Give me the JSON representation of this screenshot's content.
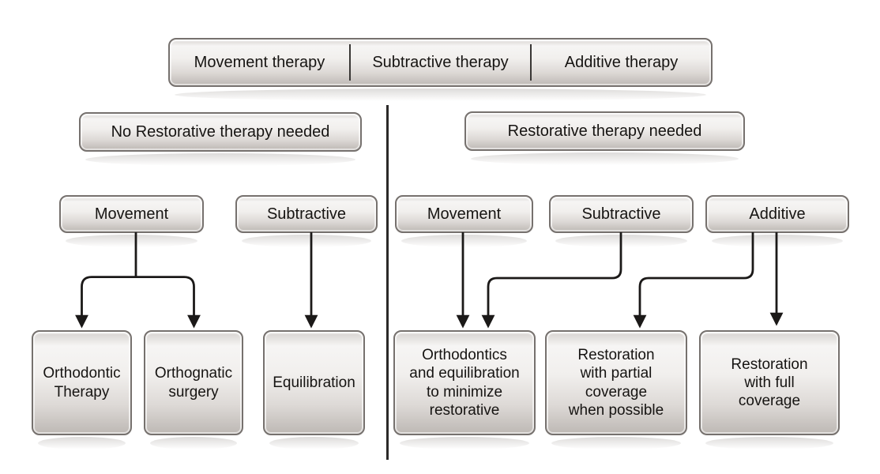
{
  "bar": {
    "segments": [
      "Movement therapy",
      "Subtractive therapy",
      "Additive therapy"
    ]
  },
  "nodes": {
    "left_header": "No Restorative therapy needed",
    "right_header": "Restorative therapy needed",
    "left_movement": "Movement",
    "left_subtractive": "Subtractive",
    "right_movement": "Movement",
    "right_subtractive": "Subtractive",
    "right_additive": "Additive",
    "orthodontic_therapy": "Orthodontic\nTherapy",
    "orthognatic_surgery": "Orthognatic\nsurgery",
    "equilibration": "Equilibration",
    "orthodontics_equilibration": "Orthodontics\nand equilibration\nto minimize\nrestorative",
    "restoration_partial": "Restoration\nwith partial\ncoverage\nwhen possible",
    "restoration_full": "Restoration\nwith full\ncoverage"
  },
  "edges": [
    {
      "from": "left_movement",
      "to": "orthodontic_therapy"
    },
    {
      "from": "left_movement",
      "to": "orthognatic_surgery"
    },
    {
      "from": "left_subtractive",
      "to": "equilibration"
    },
    {
      "from": "right_movement",
      "to": "orthodontics_equilibration"
    },
    {
      "from": "right_subtractive",
      "to": "orthodontics_equilibration"
    },
    {
      "from": "right_additive",
      "to": "restoration_partial"
    },
    {
      "from": "right_additive",
      "to": "restoration_full"
    }
  ],
  "colors": {
    "arrow": "#1b1918",
    "node_border": "#76716e",
    "divider": "#2b2928",
    "node_fill_top": "#f6f5f4",
    "node_fill_bottom": "#bdb8b4"
  }
}
